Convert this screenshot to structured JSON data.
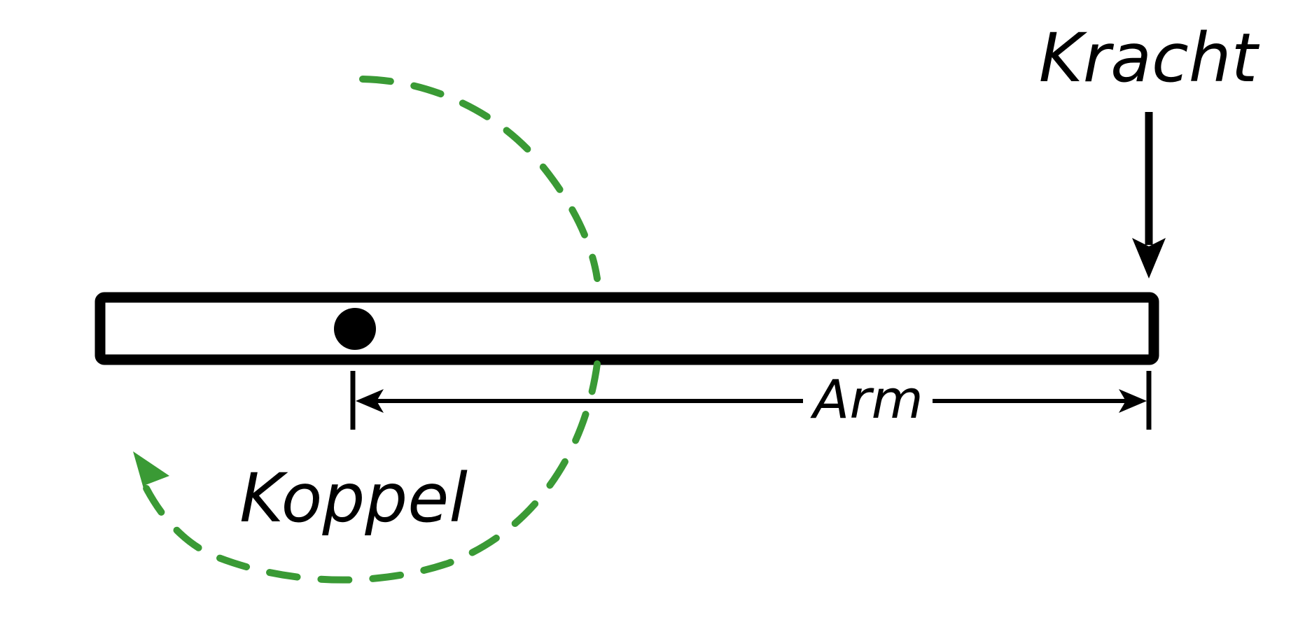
{
  "labels": {
    "force": "Kracht",
    "couple": "Koppel",
    "arm": "Arm"
  },
  "colors": {
    "line": "#000000",
    "couple_arrow": "#3a9a35",
    "background": "#ffffff"
  }
}
